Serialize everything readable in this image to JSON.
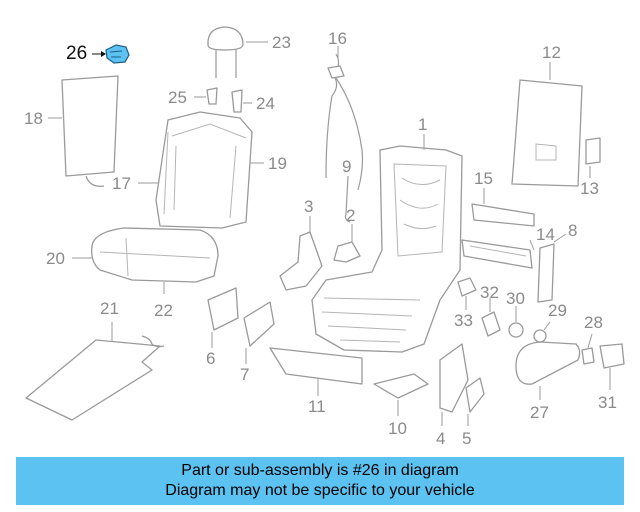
{
  "diagram": {
    "highlight_color": "#5bc2f2",
    "line_color": "#9a9a9a",
    "selected_part": "26",
    "callouts": [
      "26",
      "23",
      "16",
      "12",
      "18",
      "25",
      "24",
      "1",
      "17",
      "19",
      "9",
      "13",
      "15",
      "3",
      "2",
      "20",
      "14",
      "8",
      "21",
      "22",
      "32",
      "30",
      "29",
      "6",
      "33",
      "28",
      "7",
      "31",
      "11",
      "27",
      "10",
      "4",
      "5"
    ]
  },
  "banner": {
    "line1": "Part or sub-assembly is #26 in diagram",
    "line2": "Diagram may not be specific to your vehicle",
    "background": "#5bc2f2"
  }
}
